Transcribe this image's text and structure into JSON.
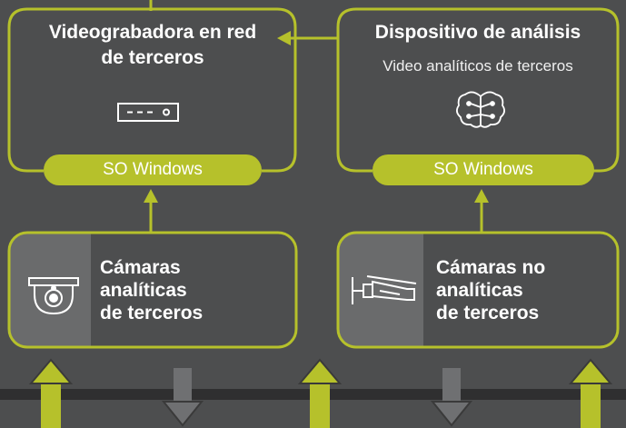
{
  "colors": {
    "background": "#4d4e4f",
    "accent_green": "#b6c12b",
    "dark_band": "#2f2f30",
    "icon_panel": "#6a6b6c",
    "down_arrow": "#6f7072",
    "text": "#ffffff"
  },
  "nvr_box": {
    "title_line1": "Videograbadora en red",
    "title_line2": "de terceros",
    "icon": "nvr-recorder-icon",
    "os_label": "SO Windows"
  },
  "analysis_box": {
    "title": "Dispositivo de análisis",
    "subtitle": "Video analíticos de terceros",
    "icon": "ai-brain-icon",
    "os_label": "SO Windows"
  },
  "analytic_cameras": {
    "label_line1": "Cámaras",
    "label_line2": "analíticas",
    "label_line3": "de terceros",
    "icon": "dome-camera-icon"
  },
  "non_analytic_cameras": {
    "label_line1": "Cámaras no",
    "label_line2": "analíticas",
    "label_line3": "de terceros",
    "icon": "bullet-camera-icon"
  }
}
